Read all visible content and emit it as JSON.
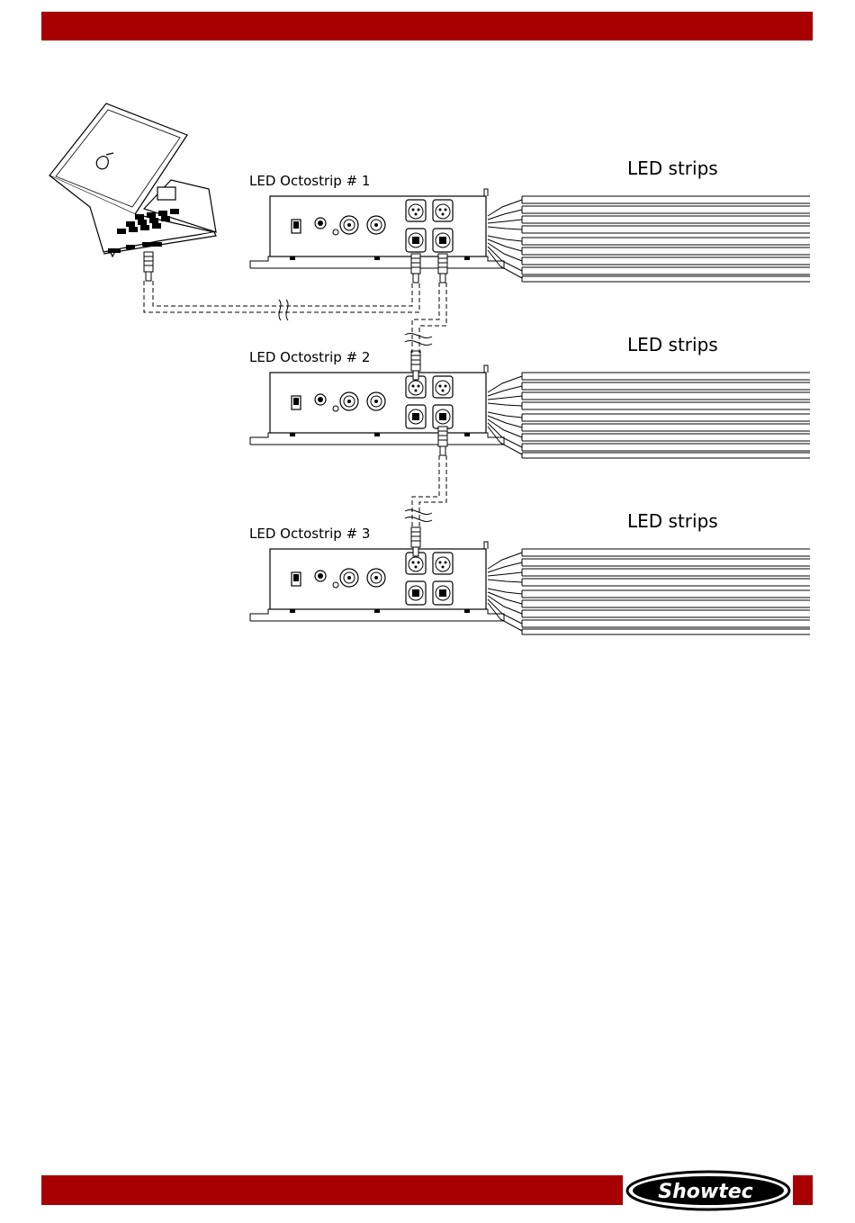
{
  "brand": {
    "name": "Showtec",
    "accent_color": "#a80000"
  },
  "diagram": {
    "devices": [
      {
        "label": "LED Octostrip # 1",
        "strips_label": "LED strips"
      },
      {
        "label": "LED Octostrip # 2",
        "strips_label": "LED strips"
      },
      {
        "label": "LED Octostrip # 3",
        "strips_label": "LED strips"
      }
    ]
  }
}
